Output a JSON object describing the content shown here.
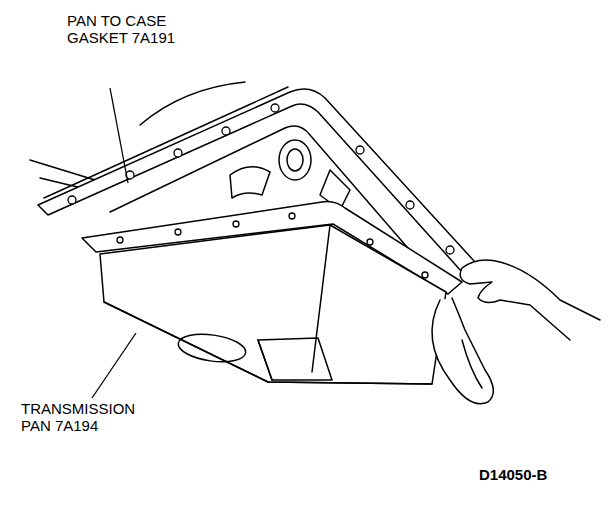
{
  "diagram": {
    "labels": [
      "PAN TO CASE GASKET 7A191",
      "TRANSMISSION PAN 7A194",
      "D14050-B"
    ]
  }
}
